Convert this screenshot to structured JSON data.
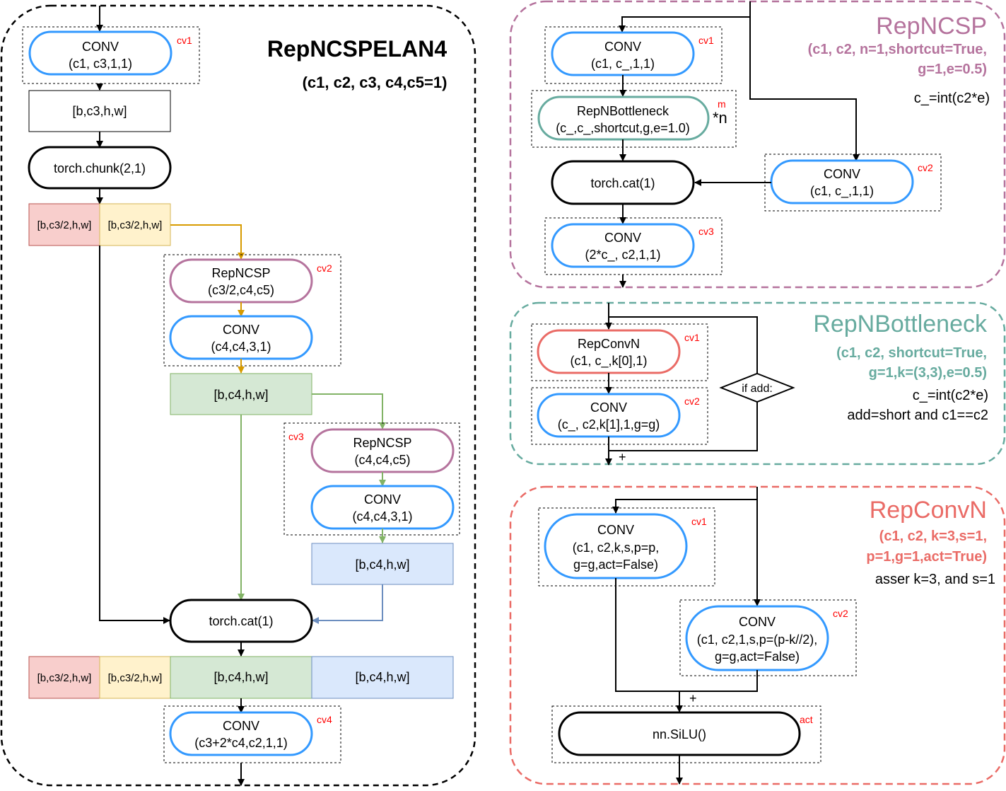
{
  "colors": {
    "black": "#000000",
    "conv_stroke": "#3399ff",
    "repncsp_stroke": "#b5739d",
    "repnbottleneck_stroke": "#67ab9f",
    "repconvn_stroke": "#ea6b66",
    "tag_red": "#ff0000",
    "red_fill": "#f8cecc",
    "red_edge": "#b85450",
    "yellow_fill": "#fff2cc",
    "yellow_edge": "#d6b656",
    "green_fill": "#d5e8d4",
    "green_edge": "#82b366",
    "blue_fill": "#dae8fc",
    "blue_edge": "#6c8ebf",
    "arrow_orange": "#d79b00",
    "arrow_green": "#82b366",
    "arrow_blue": "#6c8ebf"
  },
  "elan": {
    "title": "RepNCSPELAN4",
    "params": "(c1, c2, c3, c4,c5=1)",
    "cv1": {
      "tag": "cv1",
      "name": "CONV",
      "args": "(c1, c3,1,1)"
    },
    "t1": "[b,c3,h,w]",
    "chunk": "torch.chunk(2,1)",
    "split_a": "[b,c3/2,h,w]",
    "split_b": "[b,c3/2,h,w]",
    "cv2": {
      "tag": "cv2",
      "rep_name": "RepNCSP",
      "rep_args": "(c3/2,c4,c5)",
      "conv_name": "CONV",
      "conv_args": "(c4,c4,3,1)"
    },
    "t2": "[b,c4,h,w]",
    "cv3": {
      "tag": "cv3",
      "rep_name": "RepNCSP",
      "rep_args": "(c4,c4,c5)",
      "conv_name": "CONV",
      "conv_args": "(c4,c4,3,1)"
    },
    "t3": "[b,c4,h,w]",
    "cat": "torch.cat(1)",
    "concat": [
      "[b,c3/2,h,w]",
      "[b,c3/2,h,w]",
      "[b,c4,h,w]",
      "[b,c4,h,w]"
    ],
    "cv4": {
      "tag": "cv4",
      "name": "CONV",
      "args": "(c3+2*c4,c2,1,1)"
    }
  },
  "repncsp": {
    "title": "RepNCSP",
    "params_line1": "(c1, c2, n=1,shortcut=True,",
    "params_line2": "g=1,e=0.5)",
    "note": "c_=int(c2*e)",
    "cv1": {
      "tag": "cv1",
      "name": "CONV",
      "args": "(c1, c_,1,1)"
    },
    "m": {
      "tag": "m",
      "name": "RepNBottleneck",
      "args": "(c_,c_,shortcut,g,e=1.0)",
      "repeat": "*n"
    },
    "cat": "torch.cat(1)",
    "cv2": {
      "tag": "cv2",
      "name": "CONV",
      "args": "(c1, c_,1,1)"
    },
    "cv3": {
      "tag": "cv3",
      "name": "CONV",
      "args": "(2*c_, c2,1,1)"
    }
  },
  "repnbottleneck": {
    "title": "RepNBottleneck",
    "params_line1": "(c1, c2, shortcut=True,",
    "params_line2": "g=1,k=(3,3),e=0.5)",
    "note1": "c_=int(c2*e)",
    "note2": "add=short and c1==c2",
    "cv1": {
      "tag": "cv1",
      "name": "RepConvN",
      "args": "(c1, c_,k[0],1)"
    },
    "cv2": {
      "tag": "cv2",
      "name": "CONV",
      "args": "(c_, c2,k[1],1,g=g)"
    },
    "cond": "if add:",
    "plus": "+"
  },
  "repconvn": {
    "title": "RepConvN",
    "params_line1": "(c1, c2, k=3,s=1,",
    "params_line2": "p=1,g=1,act=True)",
    "note": "asser k=3, and s=1",
    "cv1": {
      "tag": "cv1",
      "name": "CONV",
      "args1": "(c1, c2,k,s,p=p,",
      "args2": "g=g,act=False)"
    },
    "cv2": {
      "tag": "cv2",
      "name": "CONV",
      "args1": "(c1, c2,1,s,p=(p-k//2),",
      "args2": "g=g,act=False)"
    },
    "plus": "+",
    "act": {
      "tag": "act",
      "name": "nn.SiLU()"
    }
  }
}
